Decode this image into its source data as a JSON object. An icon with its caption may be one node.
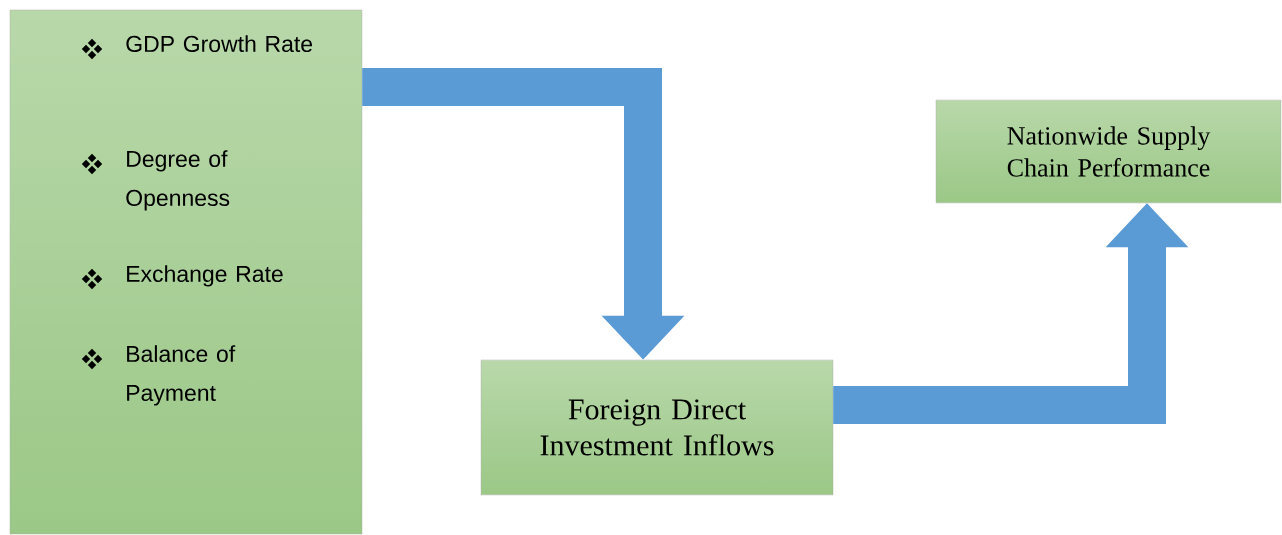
{
  "diagram": {
    "nodes": [
      {
        "text": [
          "GDP Growth Rate",
          "Degree of Openness",
          "Exchange Rate",
          "Balance of Payment"
        ]
      },
      {
        "text": [
          "Foreign Direct Investment Inflows"
        ]
      },
      {
        "text": [
          "Nationwide Supply Chain Performance"
        ]
      }
    ],
    "edges": [
      {
        "from": 0,
        "to": 1,
        "arrow": "to"
      },
      {
        "from": 1,
        "to": 2,
        "arrow": "to"
      }
    ]
  }
}
